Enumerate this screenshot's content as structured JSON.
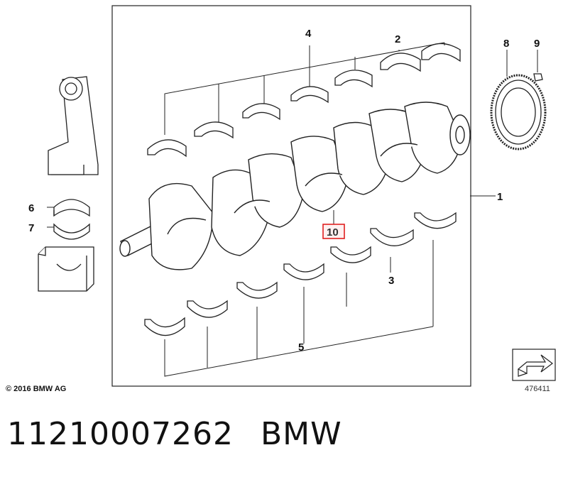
{
  "diagram": {
    "callouts": {
      "c1": "1",
      "c2": "2",
      "c3": "3",
      "c4": "4",
      "c5": "5",
      "c6": "6",
      "c7": "7",
      "c8": "8",
      "c9": "9",
      "c10": "10"
    },
    "highlight_color": "#e02020",
    "copyright": "© 2016 BMW AG",
    "diagram_number": "476411"
  },
  "part": {
    "number": "11210007262",
    "brand": "BMW"
  }
}
